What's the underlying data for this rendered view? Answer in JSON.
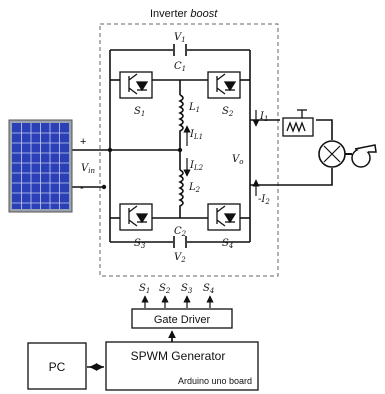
{
  "title": {
    "prefix": "Inverter ",
    "emph": "boost"
  },
  "labels": {
    "V1": "V",
    "V1_sub": "1",
    "C1": "C",
    "C1_sub": "1",
    "C2": "C",
    "C2_sub": "2",
    "V2": "V",
    "V2_sub": "2",
    "S1": "S",
    "S1_sub": "1",
    "S2": "S",
    "S2_sub": "2",
    "S3": "S",
    "S3_sub": "3",
    "S4": "S",
    "S4_sub": "4",
    "L1": "L",
    "L1_sub": "1",
    "L2": "L",
    "L2_sub": "2",
    "IL1": "I",
    "IL1_sub": "L1",
    "IL2": "I",
    "IL2_sub": "L2",
    "I1": "I",
    "I1_sub": "1",
    "I2": "-I",
    "I2_sub": "2",
    "Vo": "V",
    "Vo_sub": "o",
    "Vin": "V",
    "Vin_sub": "in",
    "plus": "+",
    "minus": "-"
  },
  "blocks": {
    "gate_driver": "Gate Driver",
    "spwm_generator": "SPWM Generator",
    "board": "Arduino uno board",
    "pc": "PC"
  },
  "signals": [
    {
      "name": "S",
      "sub": "1"
    },
    {
      "name": "S",
      "sub": "2"
    },
    {
      "name": "S",
      "sub": "3"
    },
    {
      "name": "S",
      "sub": "4"
    }
  ],
  "colors": {
    "solar_panel": "#2b3fb6",
    "solar_frame": "#9aa3b0",
    "wire": "#111111"
  }
}
